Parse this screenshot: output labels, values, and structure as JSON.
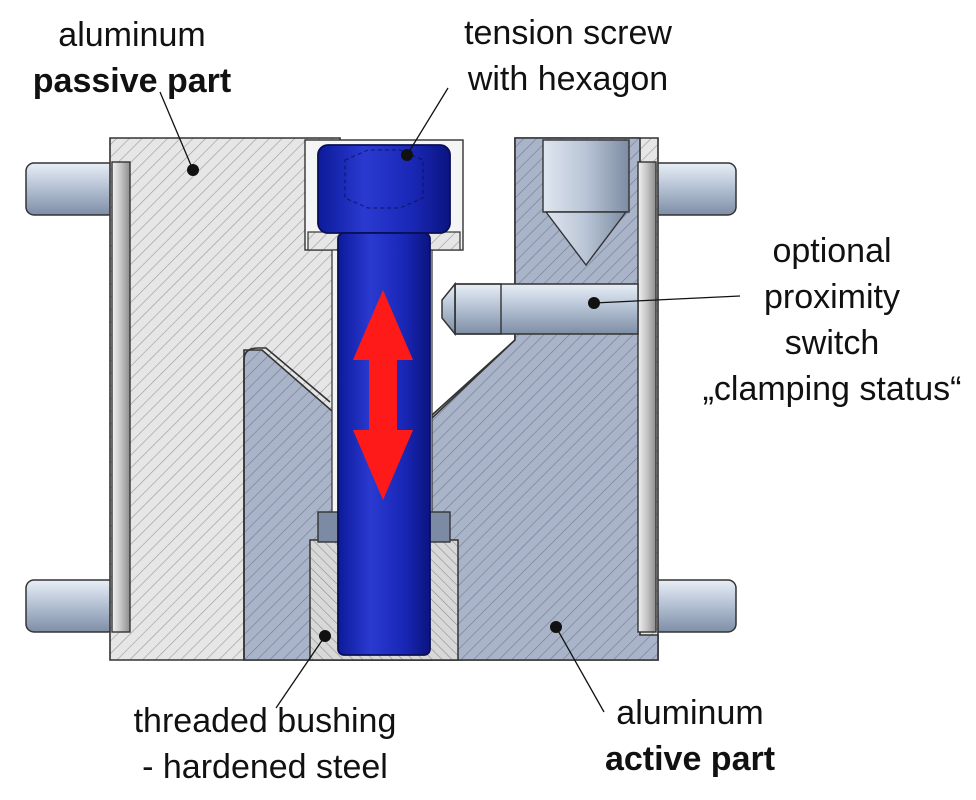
{
  "labels": {
    "passive_part": {
      "line1": "aluminum",
      "line2": "passive part"
    },
    "tension_screw": {
      "line1": "tension screw",
      "line2": "with hexagon"
    },
    "proximity_switch": {
      "line1": "optional",
      "line2": "proximity",
      "line3": "switch",
      "line4": "„clamping status“"
    },
    "bushing": {
      "line1": "threaded bushing",
      "line2": "- hardened steel"
    },
    "active_part": {
      "line1": "aluminum",
      "line2": "active part"
    }
  },
  "colors": {
    "passive_fill": "#e4e4e4",
    "active_fill": "#a9b4c9",
    "screw": "#1f2fc0",
    "arrow": "#ff1a1a",
    "pin": "#b7c4d6"
  },
  "icons": {
    "motion_arrow": "double-vertical-arrow-icon"
  }
}
